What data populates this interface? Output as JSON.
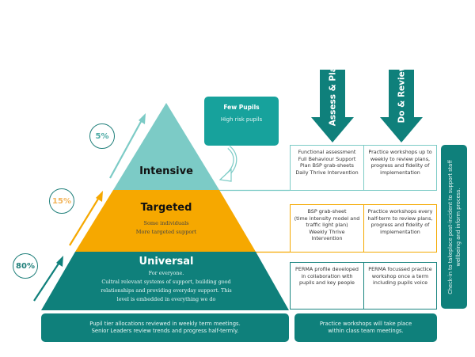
{
  "colors": {
    "intensive": "#7ccbc6",
    "targeted": "#f6a800",
    "universal": "#0f807b",
    "dark_teal": "#0f807b",
    "callout": "#17a29c"
  },
  "percentages": [
    {
      "label": "5%",
      "color": "#4aa9a3"
    },
    {
      "label": "15%",
      "color": "#f2b45a"
    },
    {
      "label": "80%",
      "color": "#1f7f7a"
    }
  ],
  "pyramid": {
    "intensive": {
      "title": "Intensive"
    },
    "targeted": {
      "title": "Targeted",
      "lines": [
        "Some individuals",
        "More targeted support"
      ]
    },
    "universal": {
      "title": "Universal",
      "lines": [
        "For everyone.",
        "Cultral relevant systems of support, building good",
        "relationships and providing everyday support.  This",
        "level is embedded in everything we do"
      ]
    }
  },
  "callout": {
    "title": "Few Pupils",
    "subtitle": "High risk  pupils",
    "arrow_icon": "curved-arrow-down-left"
  },
  "columns": {
    "assess_plan": "Assess & Plan",
    "do_review": "Do & Review"
  },
  "rows": [
    {
      "tier": "intensive",
      "assess": [
        "Functional assessment",
        "Full Behaviour Support",
        "Plan BSP grab-sheets",
        "Daily Thrive Intervention"
      ],
      "review": [
        "Practice workshops up to",
        "weekly to review plans,",
        "progress and fidelity of",
        "implementation"
      ]
    },
    {
      "tier": "targeted",
      "assess": [
        "BSP grab-sheet",
        "(time intensity model and",
        "traffic light plan)",
        "Weekly Thrive",
        "Intervention"
      ],
      "review": [
        "Practice workshops every",
        "half-term to review plans,",
        "progress and fidelity of",
        "implementation"
      ]
    },
    {
      "tier": "universal",
      "assess": [
        "PERMA profile developed",
        "in collaboration with",
        "pupils and key people"
      ],
      "review": [
        "PERMA focussed practice",
        "workshop once a term",
        "including pupils voice"
      ]
    }
  ],
  "side_note": [
    "Check-in to takeplace post-incident to support staff",
    "wellbeing and inform process."
  ],
  "bottom": {
    "left": [
      "Pupil tier allocations reviewed in weekly term meetings.",
      "Senior Leaders review trends and progress half-termly."
    ],
    "right": [
      "Practice workshops will take place",
      "within class team meetings."
    ]
  }
}
